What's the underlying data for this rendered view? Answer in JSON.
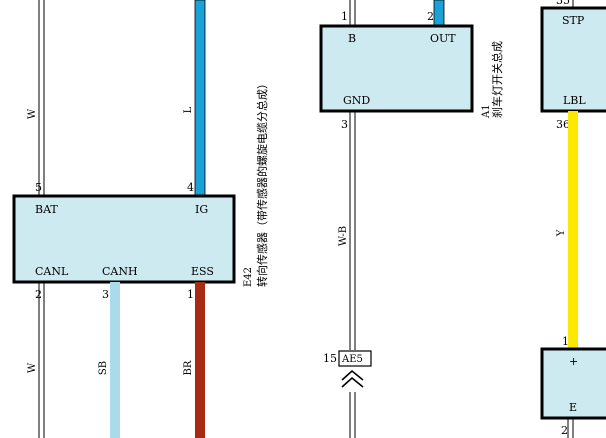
{
  "colors": {
    "box_fill": "#cdeaf0",
    "wire_L": "#1aa2d6",
    "wire_SB": "#a9dbea",
    "wire_BR": "#a52c12",
    "wire_Y": "#fde800",
    "wire_outline": "#000000"
  },
  "sensor": {
    "code": "E42",
    "name": "转向传感器（带传感器的螺旋电缆分总成）",
    "pins": {
      "bat": "BAT",
      "ig": "IG",
      "canl": "CANL",
      "canh": "CANH",
      "ess": "ESS"
    },
    "pin_numbers": {
      "bat": "5",
      "ig": "4",
      "canl": "2",
      "canh": "3",
      "ess": "1"
    }
  },
  "switch": {
    "code": "A1",
    "name": "刹车灯开关总成",
    "pins": {
      "b": "B",
      "out": "OUT",
      "gnd": "GND"
    },
    "pin_numbers": {
      "b": "1",
      "out": "2",
      "gnd": "3"
    }
  },
  "ecu": {
    "pins": {
      "stp": "STP",
      "lbl": "LBL"
    },
    "pin_numbers": {
      "stp": "35",
      "lbl": "36"
    }
  },
  "lamp": {
    "pins": {
      "plus": "+",
      "e": "E"
    },
    "pin_numbers": {
      "plus": "1",
      "e": "2"
    }
  },
  "connector": {
    "code": "AE5",
    "pin": "15"
  },
  "wires": {
    "w_left": "W",
    "l": "L",
    "w_canl": "W",
    "sb": "SB",
    "br": "BR",
    "wb": "W-B",
    "y": "Y"
  }
}
